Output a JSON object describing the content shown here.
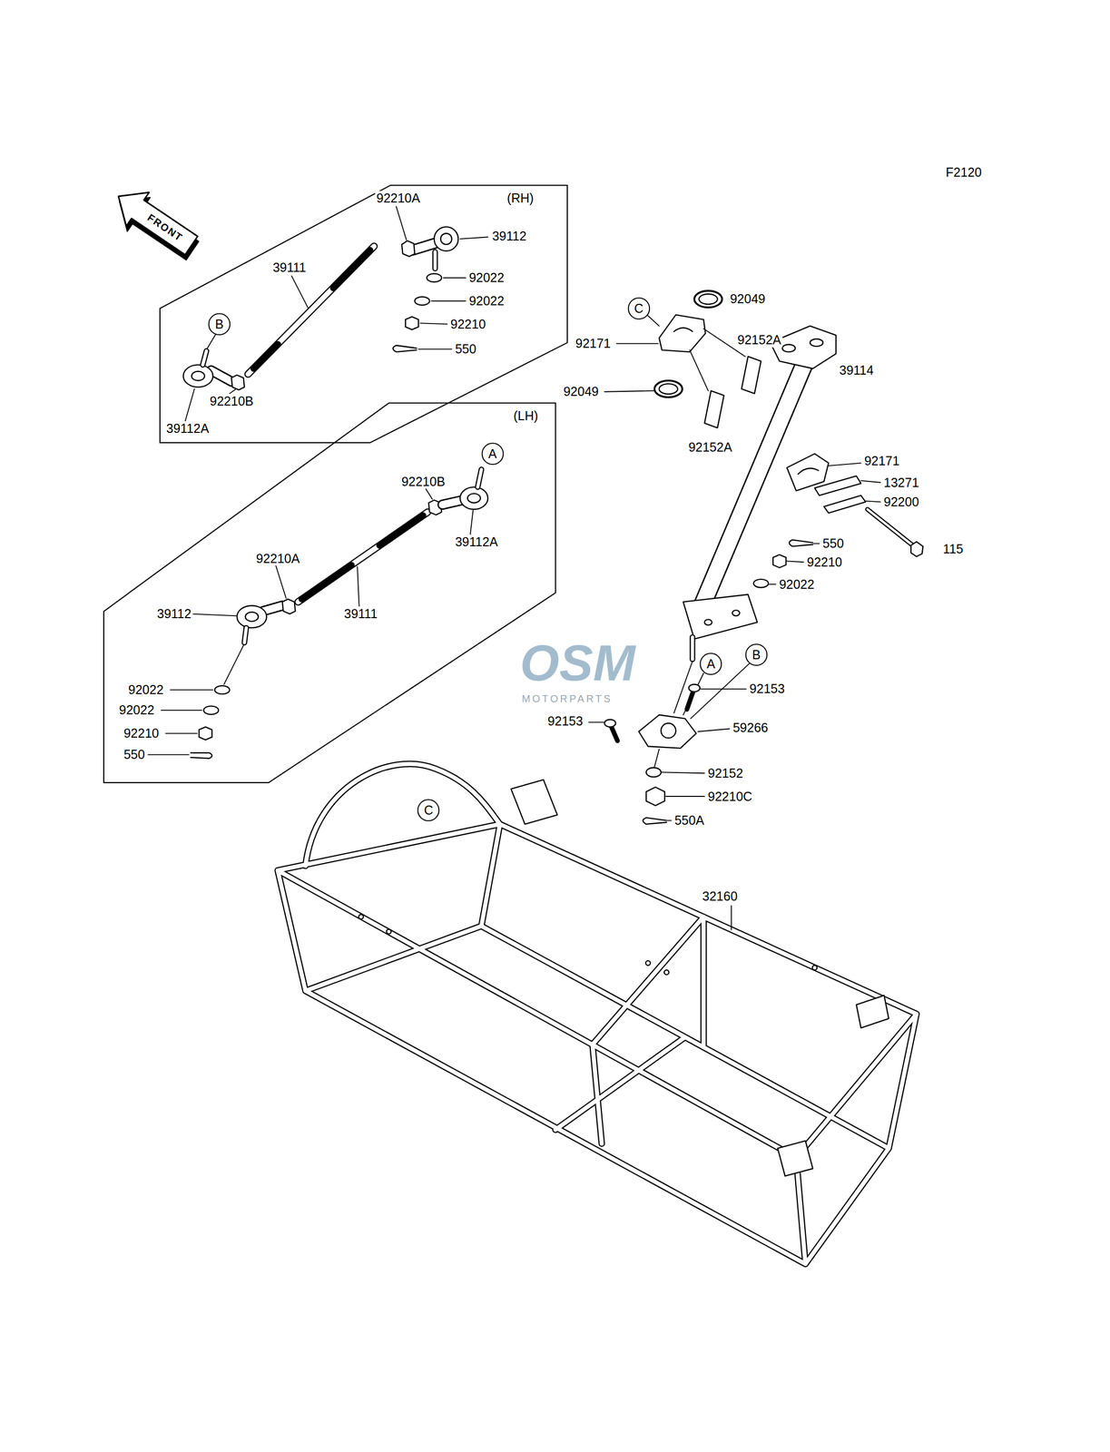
{
  "diagram": {
    "nodes": [
      {
        "text": [
          "(RH)"
        ]
      },
      {
        "text": [
          "B"
        ],
        "in": 0
      },
      {
        "text": [
          "(LH)"
        ]
      },
      {
        "text": [
          "A"
        ],
        "in": 2
      },
      {
        "text": [
          "C"
        ]
      },
      {
        "text": [
          "A"
        ]
      },
      {
        "text": [
          "B"
        ]
      },
      {
        "text": [
          "C"
        ]
      }
    ],
    "labels": [
      "F2120",
      "FRONT",
      "92210A",
      "39112",
      "92022",
      "92022",
      "92210",
      "550",
      "39111",
      "92210B",
      "39112A",
      "92210B",
      "39112A",
      "92210A",
      "39111",
      "39112",
      "92022",
      "92022",
      "92210",
      "550",
      "92049",
      "92171",
      "92152A",
      "39114",
      "92049",
      "92152A",
      "92171",
      "13271",
      "92200",
      "550",
      "115",
      "92210",
      "92022",
      "92153",
      "92153",
      "59266",
      "92152",
      "92210C",
      "550A",
      "32160",
      "OSM",
      "MOTORPARTS"
    ]
  }
}
